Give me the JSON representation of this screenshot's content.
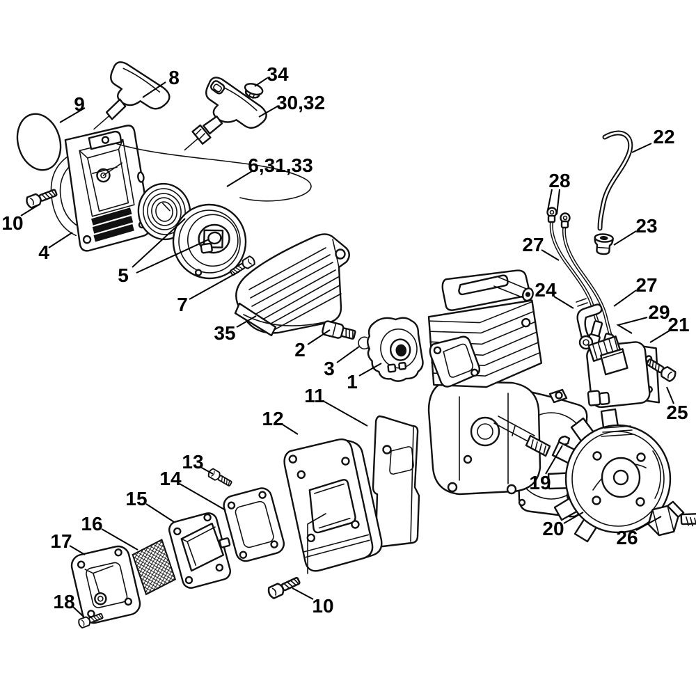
{
  "diagram": {
    "kind": "exploded-parts-diagram",
    "background": "#ffffff",
    "line_color": "#111111",
    "label_color": "#000000"
  },
  "labels": [
    {
      "text": "8"
    },
    {
      "text": "34"
    },
    {
      "text": "30,32"
    },
    {
      "text": "9"
    },
    {
      "text": "6,31,33"
    },
    {
      "text": "10"
    },
    {
      "text": "4"
    },
    {
      "text": "5"
    },
    {
      "text": "7"
    },
    {
      "text": "35"
    },
    {
      "text": "2"
    },
    {
      "text": "3"
    },
    {
      "text": "1"
    },
    {
      "text": "11"
    },
    {
      "text": "12"
    },
    {
      "text": "13"
    },
    {
      "text": "14"
    },
    {
      "text": "15"
    },
    {
      "text": "16"
    },
    {
      "text": "17"
    },
    {
      "text": "18"
    },
    {
      "text": "10"
    },
    {
      "text": "22"
    },
    {
      "text": "23"
    },
    {
      "text": "28"
    },
    {
      "text": "27"
    },
    {
      "text": "24"
    },
    {
      "text": "27"
    },
    {
      "text": "29"
    },
    {
      "text": "21"
    },
    {
      "text": "25"
    },
    {
      "text": "19"
    },
    {
      "text": "20"
    },
    {
      "text": "26"
    }
  ]
}
